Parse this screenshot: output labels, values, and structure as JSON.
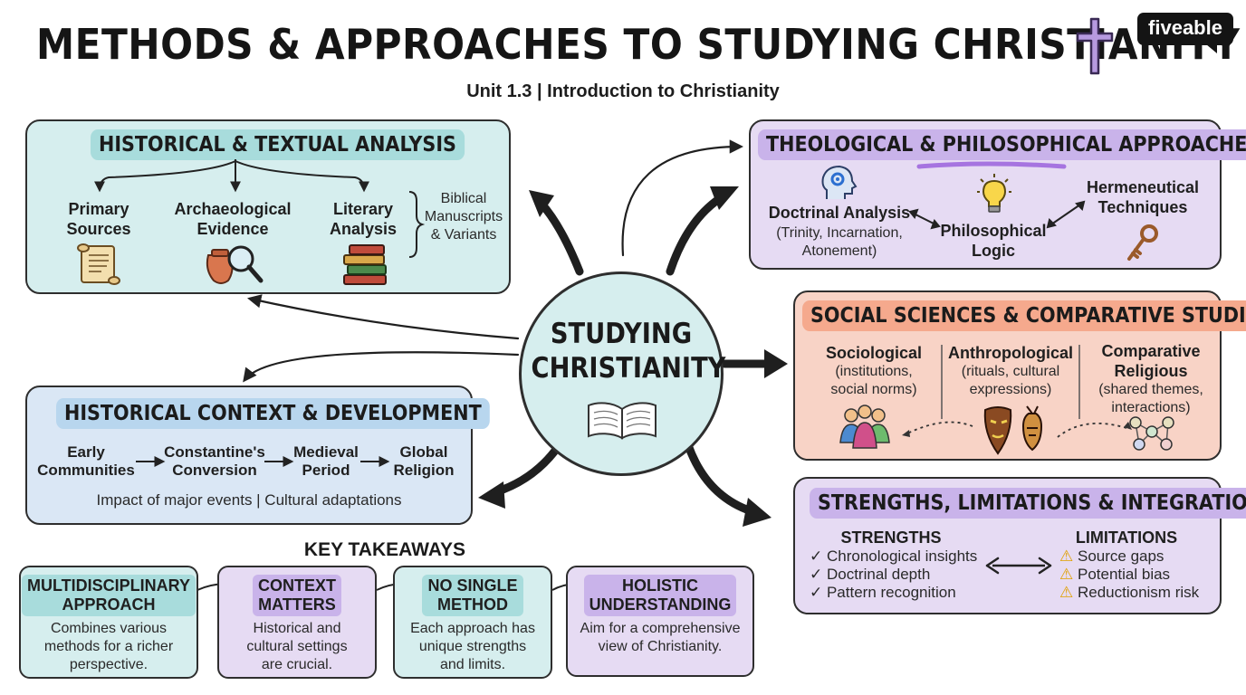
{
  "header": {
    "title": "METHODS & APPROACHES TO STUDYING CHRISTIANITY",
    "subtitle": "Unit 1.3 | Introduction to Christianity",
    "logo": "fiveable"
  },
  "hub": {
    "line1": "STUDYING",
    "line2": "CHRISTIANITY"
  },
  "historical_textual": {
    "title": "HISTORICAL & TEXTUAL ANALYSIS",
    "primary": [
      "Primary",
      "Sources"
    ],
    "archaeological": [
      "Archaeological",
      "Evidence"
    ],
    "literary": [
      "Literary",
      "Analysis"
    ],
    "manuscripts": [
      "Biblical",
      "Manuscripts",
      "& Variants"
    ]
  },
  "theological": {
    "title": "THEOLOGICAL & PHILOSOPHICAL APPROACHES",
    "doctrinal": "Doctrinal Analysis",
    "doctrinal_detail": [
      "(Trinity, Incarnation,",
      "Atonement)"
    ],
    "philosophical": [
      "Philosophical",
      "Logic"
    ],
    "hermeneutical": [
      "Hermeneutical",
      "Techniques"
    ]
  },
  "social": {
    "title": "SOCIAL SCIENCES & COMPARATIVE STUDIES",
    "sociological": "Sociological",
    "sociological_detail": [
      "(institutions,",
      "social norms)"
    ],
    "anthropological": "Anthropological",
    "anthropological_detail": [
      "(rituals, cultural",
      "expressions)"
    ],
    "comparative": [
      "Comparative",
      "Religious"
    ],
    "comparative_detail": [
      "(shared themes,",
      "interactions)"
    ]
  },
  "context": {
    "title": "HISTORICAL CONTEXT & DEVELOPMENT",
    "steps": [
      [
        "Early",
        "Communities"
      ],
      [
        "Constantine's",
        "Conversion"
      ],
      [
        "Medieval",
        "Period"
      ],
      [
        "Global",
        "Religion"
      ]
    ],
    "footer": "Impact of major events | Cultural adaptations"
  },
  "strengths": {
    "title": "STRENGTHS, LIMITATIONS & INTEGRATION",
    "strengths_head": "STRENGTHS",
    "limitations_head": "LIMITATIONS",
    "strengths": [
      "Chronological insights",
      "Doctrinal depth",
      "Pattern recognition"
    ],
    "limitations": [
      "Source gaps",
      "Potential bias",
      "Reductionism risk"
    ]
  },
  "takeaways": {
    "heading": "KEY TAKEAWAYS",
    "items": [
      {
        "title": [
          "MULTIDISCIPLINARY",
          "APPROACH"
        ],
        "body": [
          "Combines various",
          "methods for a richer",
          "perspective."
        ]
      },
      {
        "title": [
          "CONTEXT",
          "MATTERS"
        ],
        "body": [
          "Historical and",
          "cultural settings",
          "are crucial."
        ]
      },
      {
        "title": [
          "NO SINGLE",
          "METHOD"
        ],
        "body": [
          "Each approach has",
          "unique strengths",
          "and limits."
        ]
      },
      {
        "title": [
          "HOLISTIC",
          "UNDERSTANDING"
        ],
        "body": [
          "Aim for a comprehensive",
          "view of Christianity."
        ]
      }
    ]
  },
  "colors": {
    "teal": "#d6eeee",
    "lavender": "#e6dbf3",
    "salmon": "#f8d3c6",
    "blue": "#dae7f5",
    "cross": "#b79ae0"
  }
}
